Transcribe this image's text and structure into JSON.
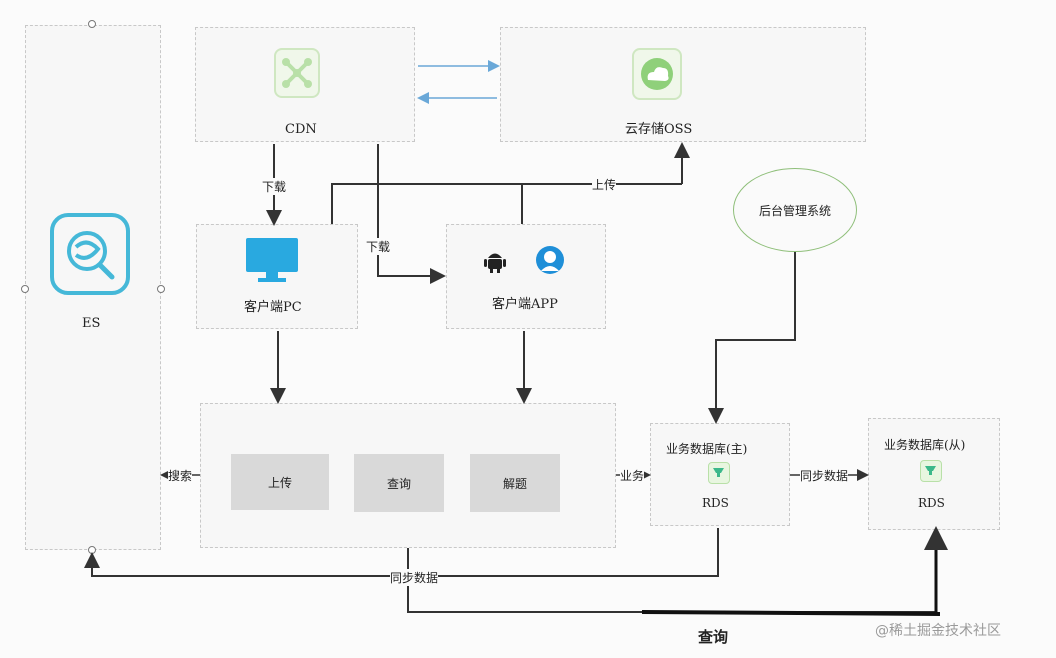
{
  "nodes": {
    "es": "ES",
    "cdn": "CDN",
    "oss": "云存储OSS",
    "client_pc": "客户端PC",
    "client_app": "客户端APP",
    "admin": "后台管理系统",
    "db_master_title": "业务数据库(主)",
    "db_master_sub": "RDS",
    "db_slave_title": "业务数据库(从)",
    "db_slave_sub": "RDS"
  },
  "actions": {
    "upload": "上传",
    "query": "查询",
    "solve": "解题"
  },
  "edges": {
    "download_pc": "下载",
    "download_app": "下载",
    "upload_oss": "上传",
    "search": "搜索",
    "business": "业务",
    "sync_data_1": "同步数据",
    "sync_data_2": "同步数据",
    "query_bottom": "查询"
  },
  "watermark": "@稀土掘金技术社区",
  "colors": {
    "icon_green": "#b9e0a8",
    "icon_blue": "#29a9e0",
    "arrow_blue": "#6aa8d8"
  }
}
